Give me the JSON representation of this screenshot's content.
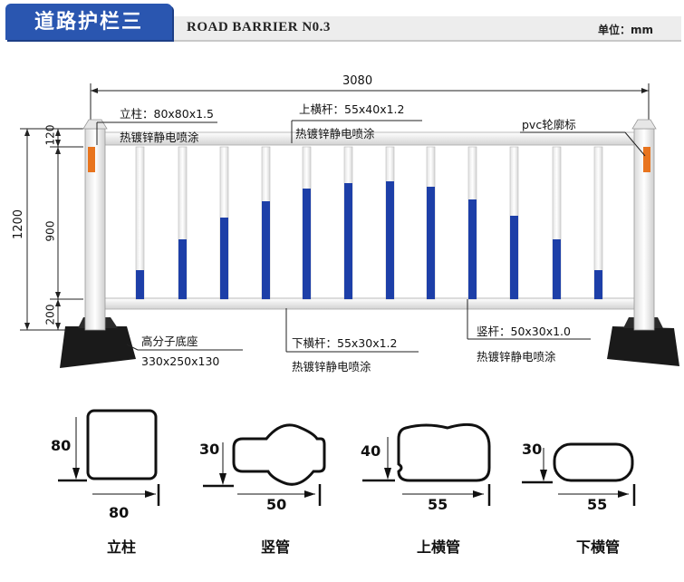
{
  "header": {
    "title": "道路护栏三",
    "subtitle": "ROAD BARRIER N0.3",
    "unit": "单位：mm"
  },
  "dimensions": {
    "total_width": "3080",
    "total_height": "1200",
    "top": "120",
    "middle": "900",
    "bottom": "200"
  },
  "callouts": {
    "post_spec": "立柱：80x80x1.5",
    "post_finish": "热镀锌静电喷涂",
    "top_rail_spec": "上横杆：55x40x1.2",
    "top_rail_finish": "热镀锌静电喷涂",
    "reflector": "pvc轮廓标",
    "base_name": "高分子底座",
    "base_size": "330x250x130",
    "bottom_rail_spec": "下横杆：55x30x1.2",
    "bottom_rail_finish": "热镀锌静电喷涂",
    "baluster_spec": "竖杆：50x30x1.0",
    "baluster_finish": "热镀锌静电喷涂"
  },
  "sections": [
    {
      "name": "立柱",
      "height": "80",
      "width": "80"
    },
    {
      "name": "竖管",
      "height": "30",
      "width": "50"
    },
    {
      "name": "上横管",
      "height": "40",
      "width": "55"
    },
    {
      "name": "下横管",
      "height": "30",
      "width": "55"
    }
  ],
  "colors": {
    "header_blue": "#2a56b0",
    "baluster_blue": "#1d3fa8",
    "base_black": "#1a1a1a",
    "reflector_orange": "#e8741e"
  }
}
